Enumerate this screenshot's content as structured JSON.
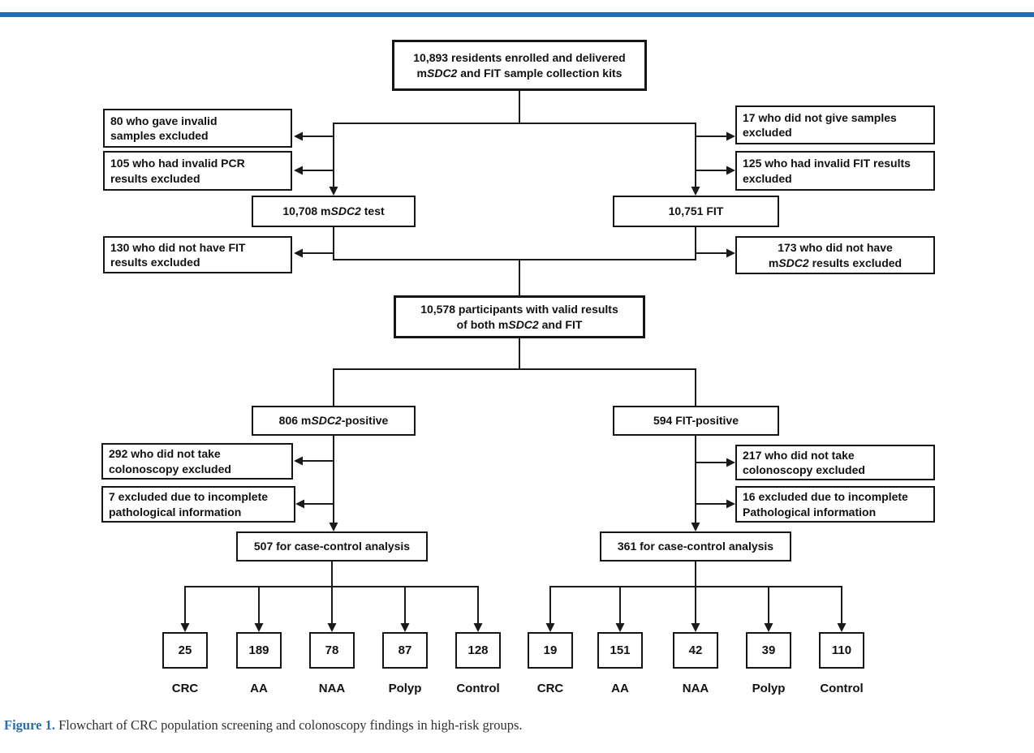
{
  "colors": {
    "top_bar": "#1e6cb2",
    "line": "#1a1a1a",
    "caption_label": "#2b6ca9"
  },
  "flowchart": {
    "enrolled": [
      {
        "t": "10,893 residents enrolled and delivered"
      },
      {
        "br": true
      },
      {
        "t": "m"
      },
      {
        "t": "SDC2",
        "i": true
      },
      {
        "t": " and FIT sample collection kits"
      }
    ],
    "excluded_invalid_samples": [
      {
        "t": "80 who gave invalid"
      },
      {
        "br": true
      },
      {
        "t": "samples excluded"
      }
    ],
    "excluded_invalid_pcr": [
      {
        "t": "105 who had invalid PCR"
      },
      {
        "br": true
      },
      {
        "t": "results excluded"
      }
    ],
    "excluded_no_samples": [
      {
        "t": "17 who did not give samples"
      },
      {
        "br": true
      },
      {
        "t": "excluded"
      }
    ],
    "excluded_invalid_fit": [
      {
        "t": "125 who had invalid FIT results"
      },
      {
        "br": true
      },
      {
        "t": "excluded"
      }
    ],
    "msdc2_test": [
      {
        "t": "10,708 m"
      },
      {
        "t": "SDC2",
        "i": true
      },
      {
        "t": " test"
      }
    ],
    "fit_test": [
      {
        "t": "10,751 FIT"
      }
    ],
    "excluded_no_fit_results": [
      {
        "t": "130 who did not have FIT"
      },
      {
        "br": true
      },
      {
        "t": "results excluded"
      }
    ],
    "excluded_no_msdc2_results": [
      {
        "t": "173 who did not have"
      },
      {
        "br": true
      },
      {
        "t": "m"
      },
      {
        "t": "SDC2",
        "i": true
      },
      {
        "t": " results excluded"
      }
    ],
    "valid_both": [
      {
        "t": "10,578 participants with valid results"
      },
      {
        "br": true
      },
      {
        "t": "of both m"
      },
      {
        "t": "SDC2",
        "i": true
      },
      {
        "t": " and FIT"
      }
    ],
    "msdc2_positive": [
      {
        "t": "806 m"
      },
      {
        "t": "SDC2",
        "i": true
      },
      {
        "t": "-positive"
      }
    ],
    "fit_positive": [
      {
        "t": "594 FIT-positive"
      }
    ],
    "excluded_no_colonoscopy_msdc2": [
      {
        "t": "292 who did not take"
      },
      {
        "br": true
      },
      {
        "t": "colonoscopy excluded"
      }
    ],
    "excluded_incomplete_pathology_msdc2": [
      {
        "t": "7 excluded due to incomplete"
      },
      {
        "br": true
      },
      {
        "t": "pathological information"
      }
    ],
    "excluded_no_colonoscopy_fit": [
      {
        "t": "217 who did not take"
      },
      {
        "br": true
      },
      {
        "t": "colonoscopy excluded"
      }
    ],
    "excluded_incomplete_pathology_fit": [
      {
        "t": "16 excluded due to incomplete"
      },
      {
        "br": true
      },
      {
        "t": "Pathological information"
      }
    ],
    "case_control_msdc2": [
      {
        "t": "507 for case-control analysis"
      }
    ],
    "case_control_fit": [
      {
        "t": "361 for case-control analysis"
      }
    ],
    "outcomes_msdc2": [
      {
        "value": "25",
        "label": "CRC"
      },
      {
        "value": "189",
        "label": "AA"
      },
      {
        "value": "78",
        "label": "NAA"
      },
      {
        "value": "87",
        "label": "Polyp"
      },
      {
        "value": "128",
        "label": "Control"
      }
    ],
    "outcomes_fit": [
      {
        "value": "19",
        "label": "CRC"
      },
      {
        "value": "151",
        "label": "AA"
      },
      {
        "value": "42",
        "label": "NAA"
      },
      {
        "value": "39",
        "label": "Polyp"
      },
      {
        "value": "110",
        "label": "Control"
      }
    ]
  },
  "caption": {
    "label": "Figure 1.",
    "text": " Flowchart of CRC population screening and colonoscopy findings in high-risk groups."
  }
}
